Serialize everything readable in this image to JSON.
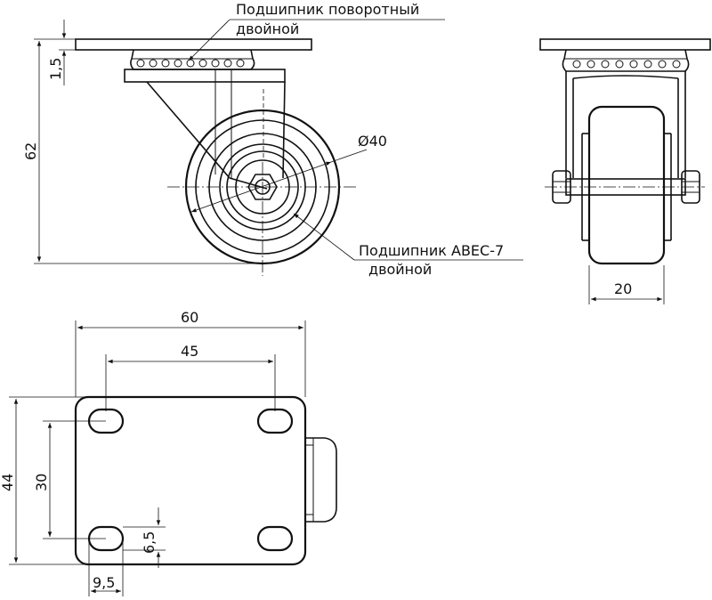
{
  "labels": {
    "swivel_bearing_line1": "Подшипник поворотный",
    "swivel_bearing_line2": "двойной",
    "wheel_bearing_line1": "Подшипник ABEC-7",
    "wheel_bearing_line2": "двойной"
  },
  "dimensions": {
    "plate_thickness": "1,5",
    "total_height": "62",
    "wheel_diameter": "Ø40",
    "wheel_width": "20",
    "plate_width": "60",
    "hole_spacing_x": "45",
    "plate_length": "44",
    "hole_spacing_y": "30",
    "slot_width": "6,5",
    "slot_length": "9,5"
  }
}
